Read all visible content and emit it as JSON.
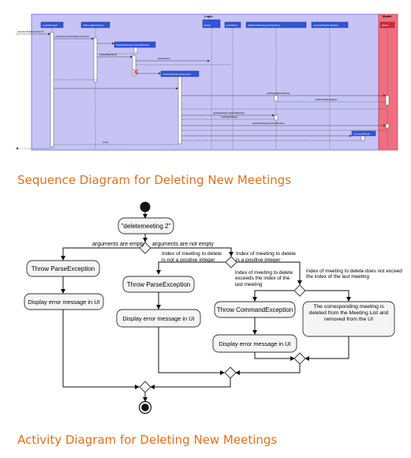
{
  "sequence": {
    "caption": "Sequence Diagram for Deleting New Meetings",
    "frames": {
      "logic": "Logic",
      "model": "Model"
    },
    "participants": [
      "LogicManager",
      "AddressBookParser",
      "DeleteMeetingCommandParser",
      "d:DeleteMeetingCommand",
      "r:Result",
      "result:Result",
      "lastShownMeeting:List<Meeting>",
      "meetingToDelete:Meeting",
      "Model"
    ],
    "messages": [
      "execute(\"deletemeeting 2\")",
      "parseCommand(\"deletemeeting 2\")",
      "parse(arguments)",
      "parse(index)",
      "getFilteredMeetingList()",
      "lastShownMeetingList",
      "get(targetIndex.getZeroBased())",
      "meetingToDelete",
      "deleteMeeting(meetingToDelete)",
      "result",
      "CommandResult"
    ]
  },
  "activity": {
    "caption": "Activity Diagram for Deleting New Meetings",
    "command": "\"deletemeeting 2\"",
    "guard_empty": "arguments are empty",
    "guard_not_empty": "arguments are not empty",
    "guard_not_positive": "Index of meeting to delete is not a positive integer",
    "guard_positive": "Index of meeting to delete is a positive integer",
    "guard_exceeds": "index of meeting to delete exceeds the index of the last meeting",
    "guard_not_exceed": "index of meeting to delete does not exceed the index of the last meeting",
    "throw_parse_1": "Throw ParseException",
    "display_error_1": "Display error message in UI",
    "throw_parse_2": "Throw ParseException",
    "display_error_2": "Display error message in UI",
    "throw_command": "Throw CommandException",
    "display_error_3": "Display error message in UI",
    "success": "The corresponding meeting is deleted from the Meeting List and removed from the UI"
  }
}
